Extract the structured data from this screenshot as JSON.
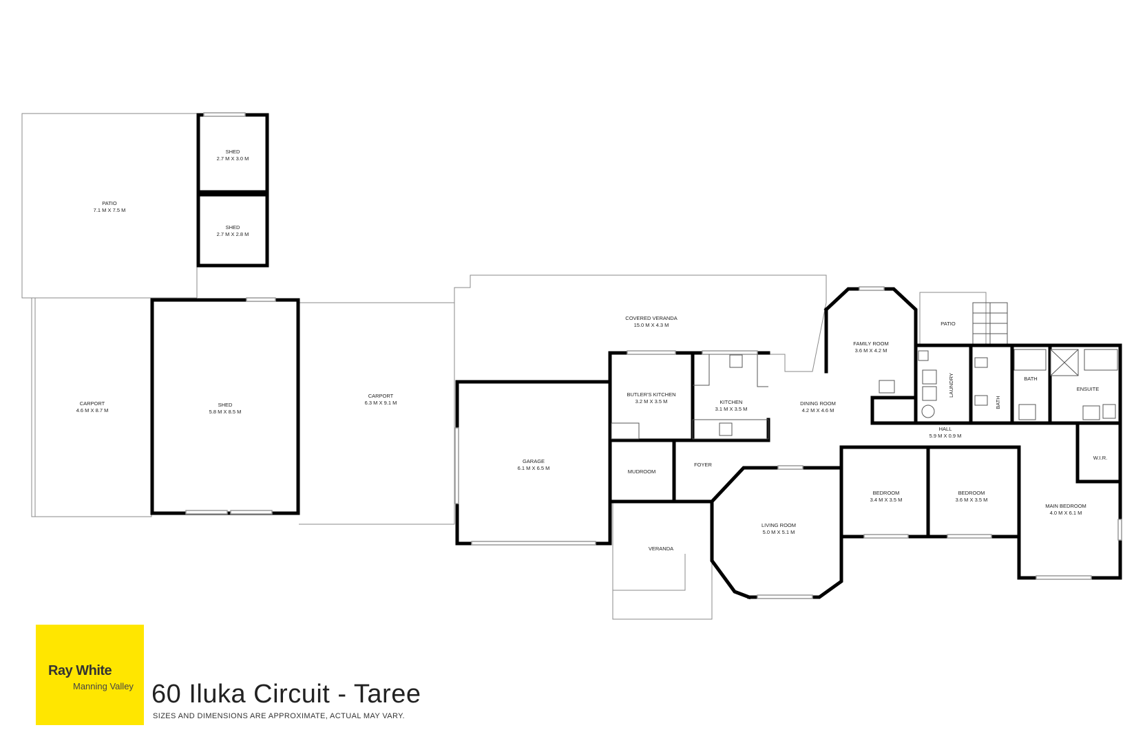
{
  "property": {
    "address": "60 Iluka Circuit - Taree",
    "disclaimer": "SIZES AND DIMENSIONS ARE APPROXIMATE, ACTUAL MAY VARY."
  },
  "logo": {
    "brand": "Ray White",
    "office": "Manning Valley",
    "color": "#ffe600"
  },
  "rooms": {
    "patio_main": {
      "name": "PATIO",
      "dim": "7.1 M X 7.5 M"
    },
    "shed_1": {
      "name": "SHED",
      "dim": "2.7 M X 3.0 M"
    },
    "shed_2": {
      "name": "SHED",
      "dim": "2.7 M X 2.8 M"
    },
    "carport_left": {
      "name": "CARPORT",
      "dim": "4.6 M X 8.7 M"
    },
    "shed_big": {
      "name": "SHED",
      "dim": "5.8 M X 8.5 M"
    },
    "carport_right": {
      "name": "CARPORT",
      "dim": "6.3 M X 9.1 M"
    },
    "covered_veranda": {
      "name": "COVERED VERANDA",
      "dim": "15.0 M X 4.3 M"
    },
    "garage": {
      "name": "GARAGE",
      "dim": "6.1 M X 6.5 M"
    },
    "butlers_kitchen": {
      "name": "BUTLER'S KITCHEN",
      "dim": "3.2 M X 3.5 M"
    },
    "kitchen": {
      "name": "KITCHEN",
      "dim": "3.1 M X 3.5 M"
    },
    "family_room": {
      "name": "FAMILY ROOM",
      "dim": "3.6 M X 4.2 M"
    },
    "dining_room": {
      "name": "DINING ROOM",
      "dim": "4.2 M X 4.6 M"
    },
    "patio_small": {
      "name": "PATIO"
    },
    "laundry": {
      "name": "LAUNDRY"
    },
    "bath_1": {
      "name": "BATH"
    },
    "bath_2": {
      "name": "BATH"
    },
    "ensuite": {
      "name": "ENSUITE"
    },
    "hall": {
      "name": "HALL",
      "dim": "5.9 M X 0.9 M"
    },
    "mudroom": {
      "name": "MUDROOM"
    },
    "foyer": {
      "name": "FOYER"
    },
    "wir": {
      "name": "W.I.R."
    },
    "bedroom_1": {
      "name": "BEDROOM",
      "dim": "3.4 M X 3.5 M"
    },
    "bedroom_2": {
      "name": "BEDROOM",
      "dim": "3.6 M X 3.5 M"
    },
    "main_bedroom": {
      "name": "MAIN BEDROOM",
      "dim": "4.0 M X 6.1 M"
    },
    "living_room": {
      "name": "LIVING ROOM",
      "dim": "5.0 M X 5.1 M"
    },
    "veranda": {
      "name": "VERANDA"
    }
  }
}
